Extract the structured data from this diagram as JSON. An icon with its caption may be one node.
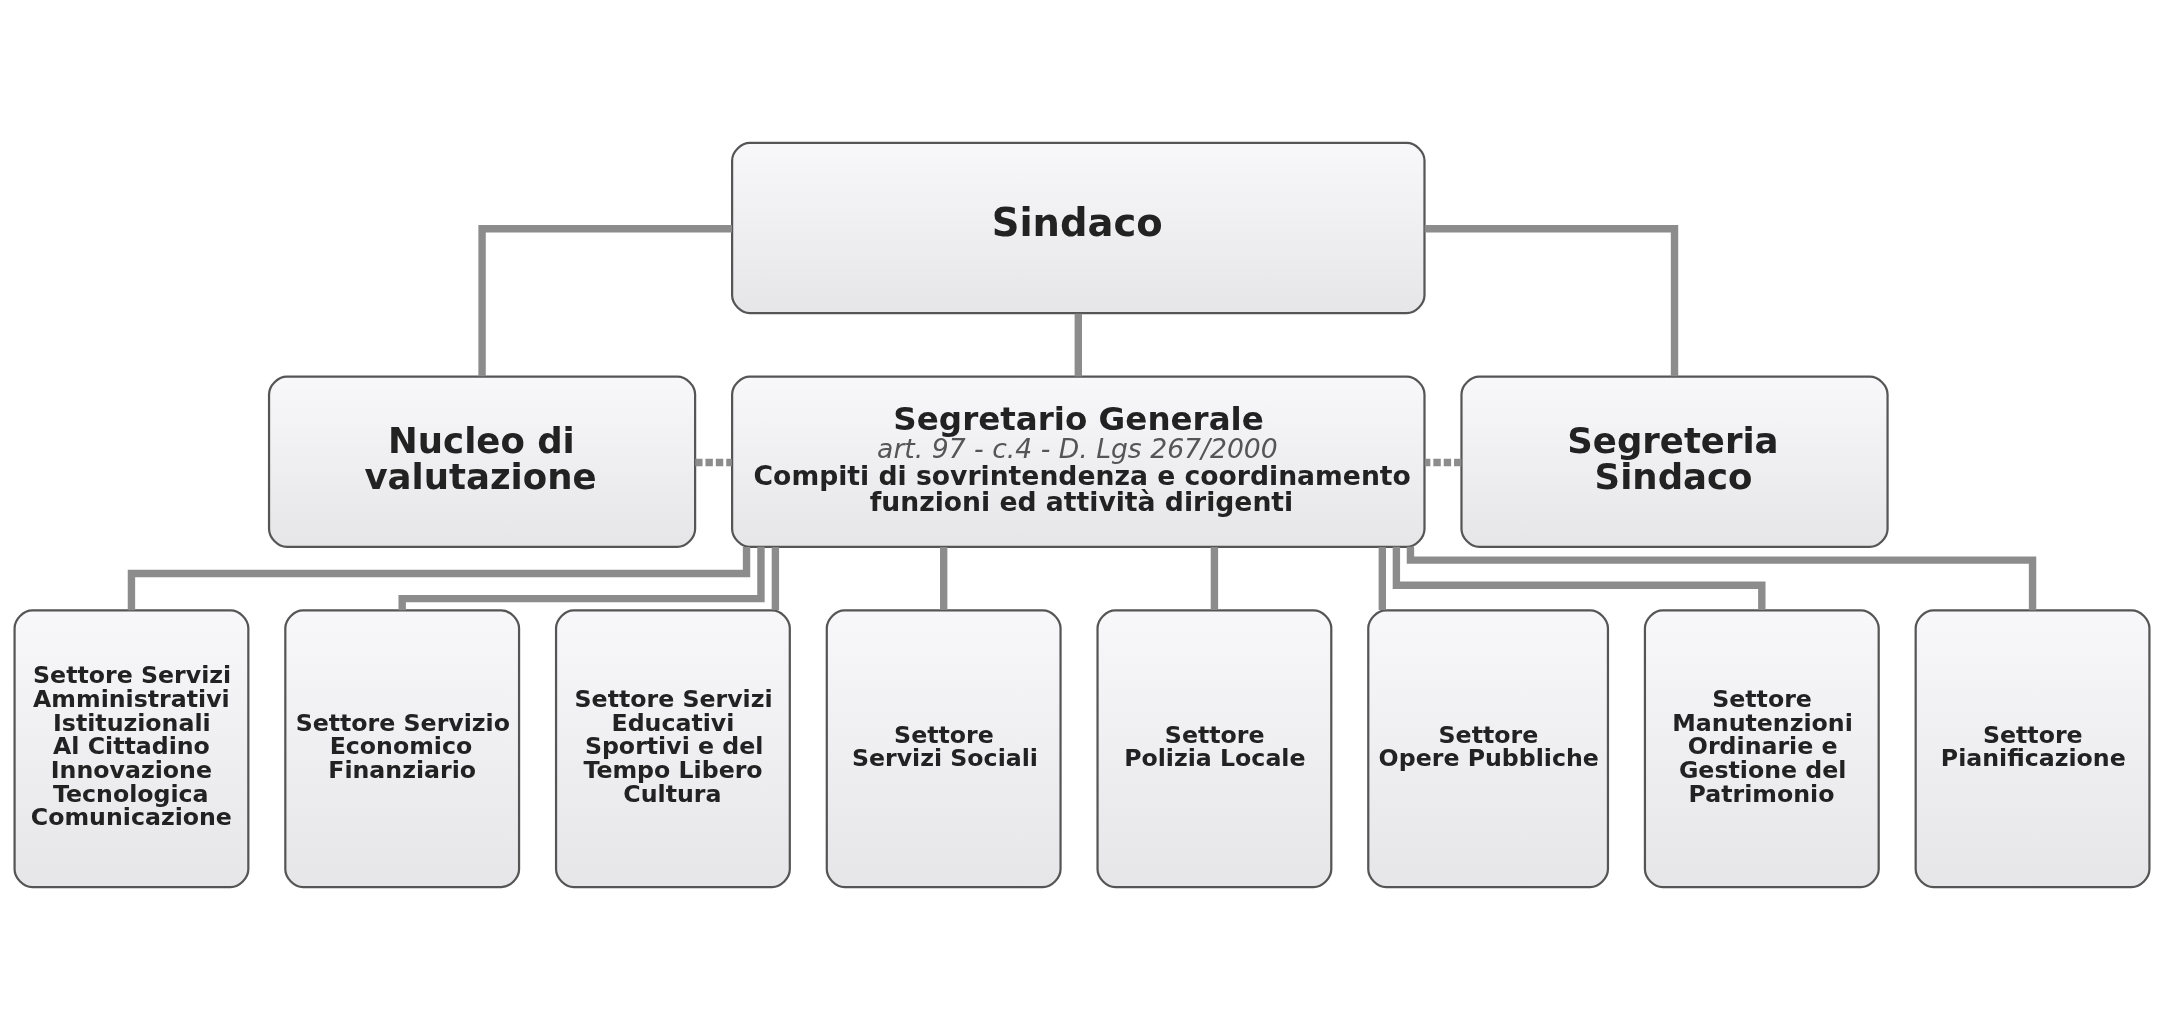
{
  "diagram": {
    "nodes": [
      {
        "text": [
          "Sindaco"
        ]
      },
      {
        "text": [
          "Nucleo di valutazione"
        ]
      },
      {
        "text": [
          "Segreteria Sindaco"
        ]
      },
      {
        "text": [
          "Segretario Generale",
          "art. 97 - c.4 - D. Lgs 267/2000",
          "Compiti di sovrintendenza e coordinamento funzioni ed attività dirigenti"
        ]
      },
      {
        "text": [
          "Settore Servizi",
          "Amministrativi",
          "Istituzionali",
          "Al Cittadino",
          "Innovazione Tecnologica",
          "Comunicazione"
        ]
      },
      {
        "text": [
          "Settore Servizio Economico Finanziario"
        ]
      },
      {
        "text": [
          "Settore Servizi",
          "Educativi",
          "Sportivi e del Tempo Libero",
          "Cultura"
        ]
      },
      {
        "text": [
          "Settore",
          "Servizi Sociali"
        ]
      },
      {
        "text": [
          "Settore",
          "Polizia Locale"
        ]
      },
      {
        "text": [
          "Settore",
          "Opere Pubbliche"
        ]
      },
      {
        "text": [
          "Settore",
          "Manutenzioni Ordinarie e Gestione del Patrimonio"
        ]
      },
      {
        "text": [
          "Settore",
          "Pianificazione"
        ]
      }
    ],
    "edges": [
      {
        "from": 0,
        "to": 1,
        "arrow": "none"
      },
      {
        "from": 0,
        "to": 2,
        "arrow": "none"
      },
      {
        "from": 0,
        "to": 3,
        "arrow": "none"
      },
      {
        "from": 1,
        "to": 3,
        "arrow": "none",
        "style": "dashed"
      },
      {
        "from": 2,
        "to": 3,
        "arrow": "none",
        "style": "dashed"
      },
      {
        "from": 3,
        "to": 4,
        "arrow": "none"
      },
      {
        "from": 3,
        "to": 5,
        "arrow": "none"
      },
      {
        "from": 3,
        "to": 6,
        "arrow": "none"
      },
      {
        "from": 3,
        "to": 7,
        "arrow": "none"
      },
      {
        "from": 3,
        "to": 8,
        "arrow": "none"
      },
      {
        "from": 3,
        "to": 9,
        "arrow": "none"
      },
      {
        "from": 3,
        "to": 10,
        "arrow": "none"
      },
      {
        "from": 3,
        "to": 11,
        "arrow": "none"
      }
    ]
  }
}
